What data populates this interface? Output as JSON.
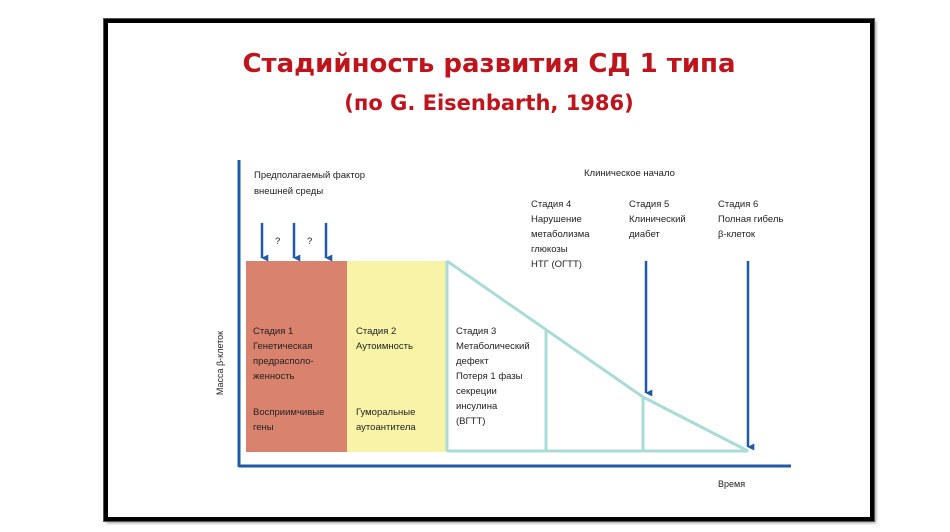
{
  "title": "Стадийность развития СД 1 типа",
  "subtitle": "(по G. Eisenbarth, 1986)",
  "env_factor": [
    "Предполагаемый фактор",
    "внешней среды"
  ],
  "question_marks": [
    "?",
    "?"
  ],
  "clinical_onset": "Клиническое начало",
  "y_axis_label": "Масса β-клеток",
  "x_axis_label": "Время",
  "stages": {
    "s1_top": [
      "Стадия 1",
      "Генетическая",
      "предрасполо-",
      "женность"
    ],
    "s1_bottom": [
      "Восприимчивые",
      "гены"
    ],
    "s2_top": [
      "Стадия 2",
      "Аутоимность"
    ],
    "s2_bottom": [
      "Гуморальные",
      "аутоантитела"
    ],
    "s3": [
      "Стадия 3",
      "Метаболический",
      "дефект",
      "Потеря 1 фазы",
      "секреции",
      "инсулина",
      "(ВГТТ)"
    ],
    "s4": [
      "Стадия 4",
      "Нарушение",
      "метаболизма",
      "глюкозы",
      "НТГ (ОГТТ)"
    ],
    "s5": [
      "Стадия 5",
      "Клинический",
      "диабет"
    ],
    "s6": [
      "Стадия 6",
      "Полная гибель",
      "β-клеток"
    ]
  },
  "colors": {
    "title": "#c0141c",
    "stage1_fill": "#d9826e",
    "stage2_fill": "#f8f3a6",
    "decline_line": "#a9dcd9",
    "axis": "#1f5aa6",
    "arrow": "#1f5aa6"
  }
}
